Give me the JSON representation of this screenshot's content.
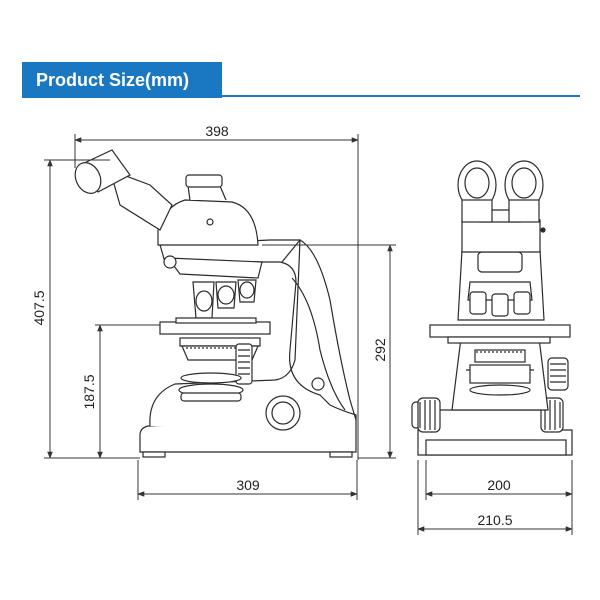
{
  "header": {
    "title": "Product Size(mm)",
    "accent_color": "#1a78c2"
  },
  "dimensions": {
    "side_total_width": "398",
    "side_total_height": "407.5",
    "stage_height": "187.5",
    "arm_height": "292",
    "base_depth": "309",
    "front_base_width": "200",
    "front_total_width": "210.5"
  }
}
